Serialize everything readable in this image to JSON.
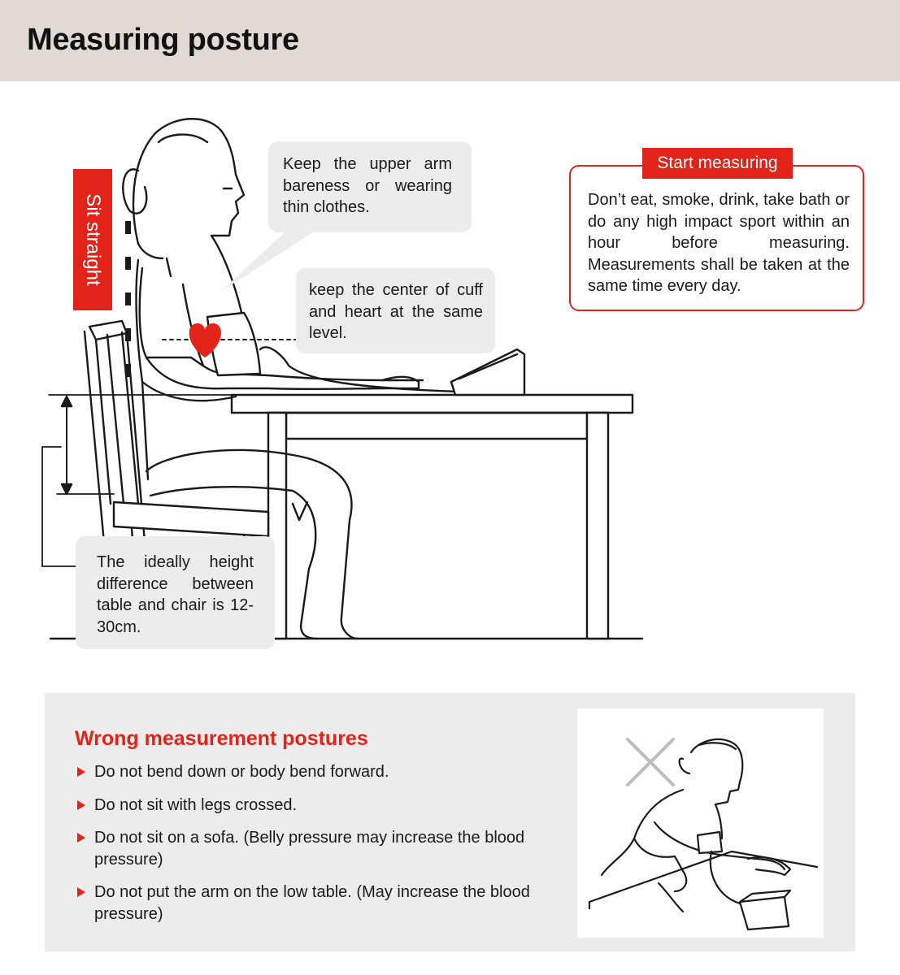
{
  "header": {
    "title": "Measuring posture"
  },
  "sit_straight": {
    "label": "Sit straight"
  },
  "bubbles": {
    "upper_arm": "Keep the upper arm bareness or wearing thin clothes.",
    "cuff_level": "keep the center of cuff and heart at the same level.",
    "height_difference": "The ideally height difference between table and chair is 12-30cm."
  },
  "start_measuring": {
    "title": "Start measuring",
    "text": "Don’t eat, smoke, drink, take bath or do any high impact sport within an hour before measuring. Measurements shall be taken at the same time every day."
  },
  "wrong": {
    "title": "Wrong measurement postures",
    "items": [
      "Do not bend down or body bend forward.",
      "Do not sit with legs crossed.",
      "Do not sit on a sofa. (Belly pressure may increase the blood pressure)",
      "Do not put the arm on the low table. (May increase the blood pressure)"
    ]
  },
  "colors": {
    "accent": "#e2231a",
    "header_bg": "#e2dad3",
    "panel_bg": "#ececec"
  },
  "icons": [
    "heart-icon",
    "cross-mark-icon",
    "bullet-triangle-icon"
  ]
}
